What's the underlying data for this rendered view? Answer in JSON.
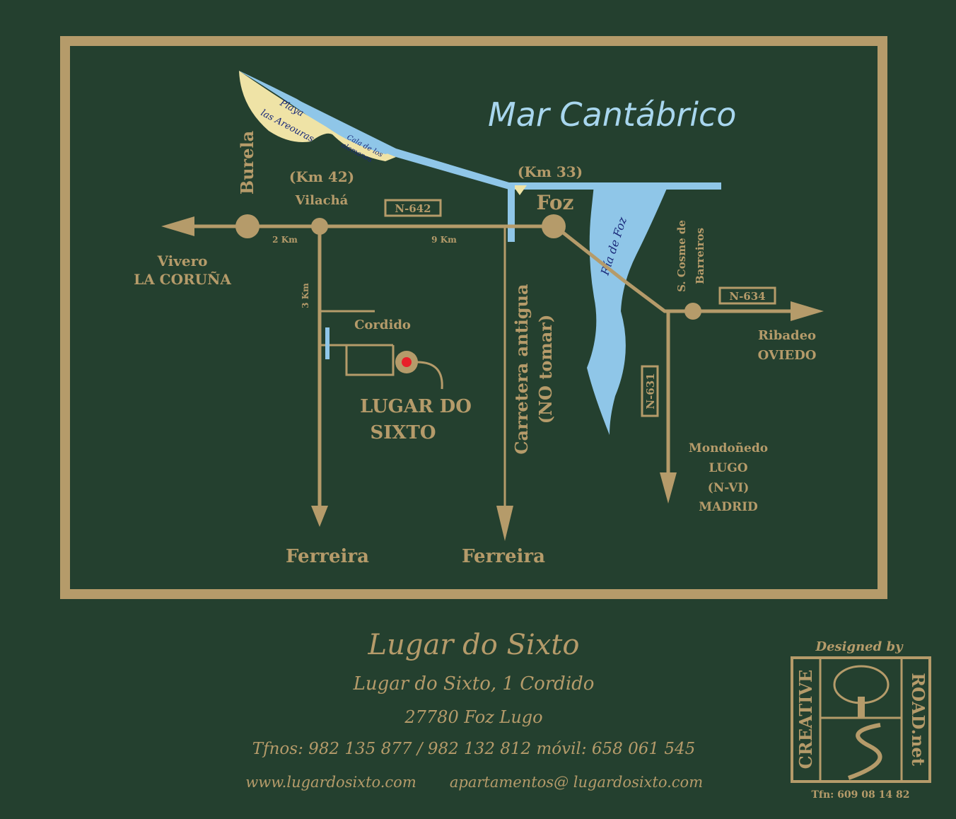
{
  "map": {
    "sea_title": "Mar Cantábrico",
    "beach_name_1": "Playa",
    "beach_name_2": "las Areouras",
    "cove_name_1": "Cala de los",
    "cove_name_2": "alemanes",
    "estuary_name": "Ría de Foz",
    "places": {
      "burela": "Burela",
      "vilacha_km": "(Km 42)",
      "vilacha": "Vilachá",
      "foz_km": "(Km 33)",
      "foz": "Foz",
      "vivero": "Vivero",
      "coruna": "LA CORUÑA",
      "cordido": "Cordido",
      "lugar_line1": "LUGAR DO",
      "lugar_line2": "SIXTO",
      "ferreira_left": "Ferreira",
      "ferreira_right": "Ferreira",
      "carretera_line1": "Carretera antigua",
      "carretera_line2": "(NO tomar)",
      "cosme_line1": "S. Cosme de",
      "cosme_line2": "Barreiros",
      "ribadeo": "Ribadeo",
      "oviedo": "OVIEDO",
      "mondonedo": "Mondoñedo",
      "lugo": "LUGO",
      "nvi": "(N-VI)",
      "madrid": "MADRID"
    },
    "distances": {
      "burela_vilacha": "2 Km",
      "vilacha_foz": "9 Km",
      "vilacha_cordido": "3 Km"
    },
    "roads": {
      "n642": "N-642",
      "n634": "N-634",
      "n631": "N-631"
    },
    "colors": {
      "background": "#24402f",
      "gold": "#b59b6a",
      "sea": "#8fc6e8",
      "sand": "#efe3a6",
      "destination_marker": "#e8202a"
    }
  },
  "footer": {
    "business_name": "Lugar do Sixto",
    "address_line1": "Lugar do Sixto, 1 Cordido",
    "address_line2": "27780 Foz Lugo",
    "phones": "Tfnos: 982 135 877 / 982 132 812 móvil: 658 061 545",
    "website": "www.lugardosixto.com",
    "email": "apartamentos@ lugardosixto.com"
  },
  "designer": {
    "designed_by": "Designed by",
    "logo_word1": "CREATIVE",
    "logo_word2": "ROAD.net",
    "phone": "Tfn: 609 08 14 82"
  }
}
